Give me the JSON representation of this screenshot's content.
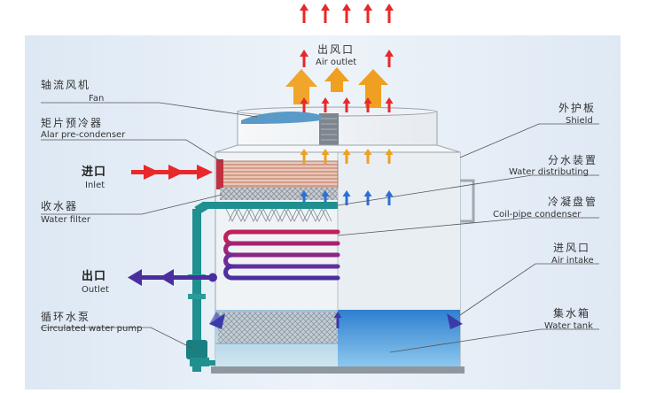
{
  "labels": {
    "air_outlet_zh": "出风口",
    "air_outlet_en": "Air outlet",
    "fan_zh": "轴流风机",
    "fan_en": "Fan",
    "precondenser_zh": "矩片预冷器",
    "precondenser_en": "Alar pre-condenser",
    "inlet_zh": "进口",
    "inlet_en": "Inlet",
    "filter_zh": "收水器",
    "filter_en": "Water filter",
    "outlet_zh": "出口",
    "outlet_en": "Outlet",
    "pump_zh": "循环水泵",
    "pump_en": "Circulated water pump",
    "shield_zh": "外护板",
    "shield_en": "Shield",
    "distrib_zh": "分水装置",
    "distrib_en": "Water distributing",
    "coil_zh": "冷凝盘管",
    "coil_en": "Coil-pipe condenser",
    "intake_zh": "进风口",
    "intake_en": "Air intake",
    "tank_zh": "集水箱",
    "tank_en": "Water tank"
  },
  "colors": {
    "hot_air": "#e8282a",
    "warm_air": "#f0a020",
    "cool_air": "#2a6fd8",
    "water": "#5ab6e8",
    "pipe": "#1f8f8f",
    "refrigerant_hot": "#c0205a",
    "refrigerant_cold": "#4a2ea0",
    "background_panel": "#e4edf6"
  }
}
